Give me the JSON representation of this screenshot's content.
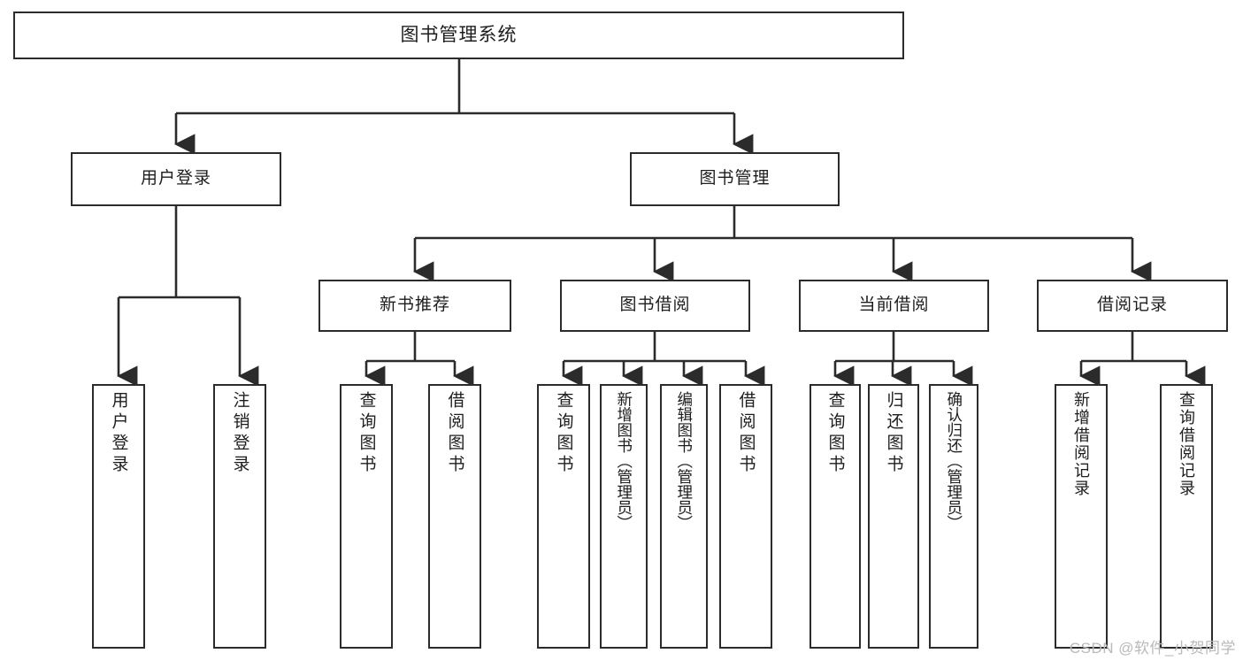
{
  "diagram": {
    "title": "图书管理系统",
    "type": "tree-hierarchy",
    "root": {
      "label": "图书管理系统"
    },
    "level2": [
      {
        "label": "用户登录"
      },
      {
        "label": "图书管理"
      }
    ],
    "level3": [
      {
        "label": "新书推荐"
      },
      {
        "label": "图书借阅"
      },
      {
        "label": "当前借阅"
      },
      {
        "label": "借阅记录"
      }
    ],
    "leaves": {
      "user_login": [
        {
          "label": "用户登录"
        },
        {
          "label": "注销登录"
        }
      ],
      "new_book_recommend": [
        {
          "label": "查询图书"
        },
        {
          "label": "借阅图书"
        }
      ],
      "book_borrow": [
        {
          "label": "查询图书"
        },
        {
          "label": "新增图书（管理员）"
        },
        {
          "label": "编辑图书（管理员）"
        },
        {
          "label": "借阅图书"
        }
      ],
      "current_borrow": [
        {
          "label": "查询图书"
        },
        {
          "label": "归还图书"
        },
        {
          "label": "确认归还（管理员）"
        }
      ],
      "borrow_record": [
        {
          "label": "新增借阅记录"
        },
        {
          "label": "查询借阅记录"
        }
      ]
    }
  },
  "watermark": {
    "text": "CSDN @软件_小贺同学"
  },
  "colors": {
    "stroke": "#2b2b2b",
    "text": "#1d1d1d",
    "background": "#ffffff",
    "watermark": "#b9b9b9"
  }
}
